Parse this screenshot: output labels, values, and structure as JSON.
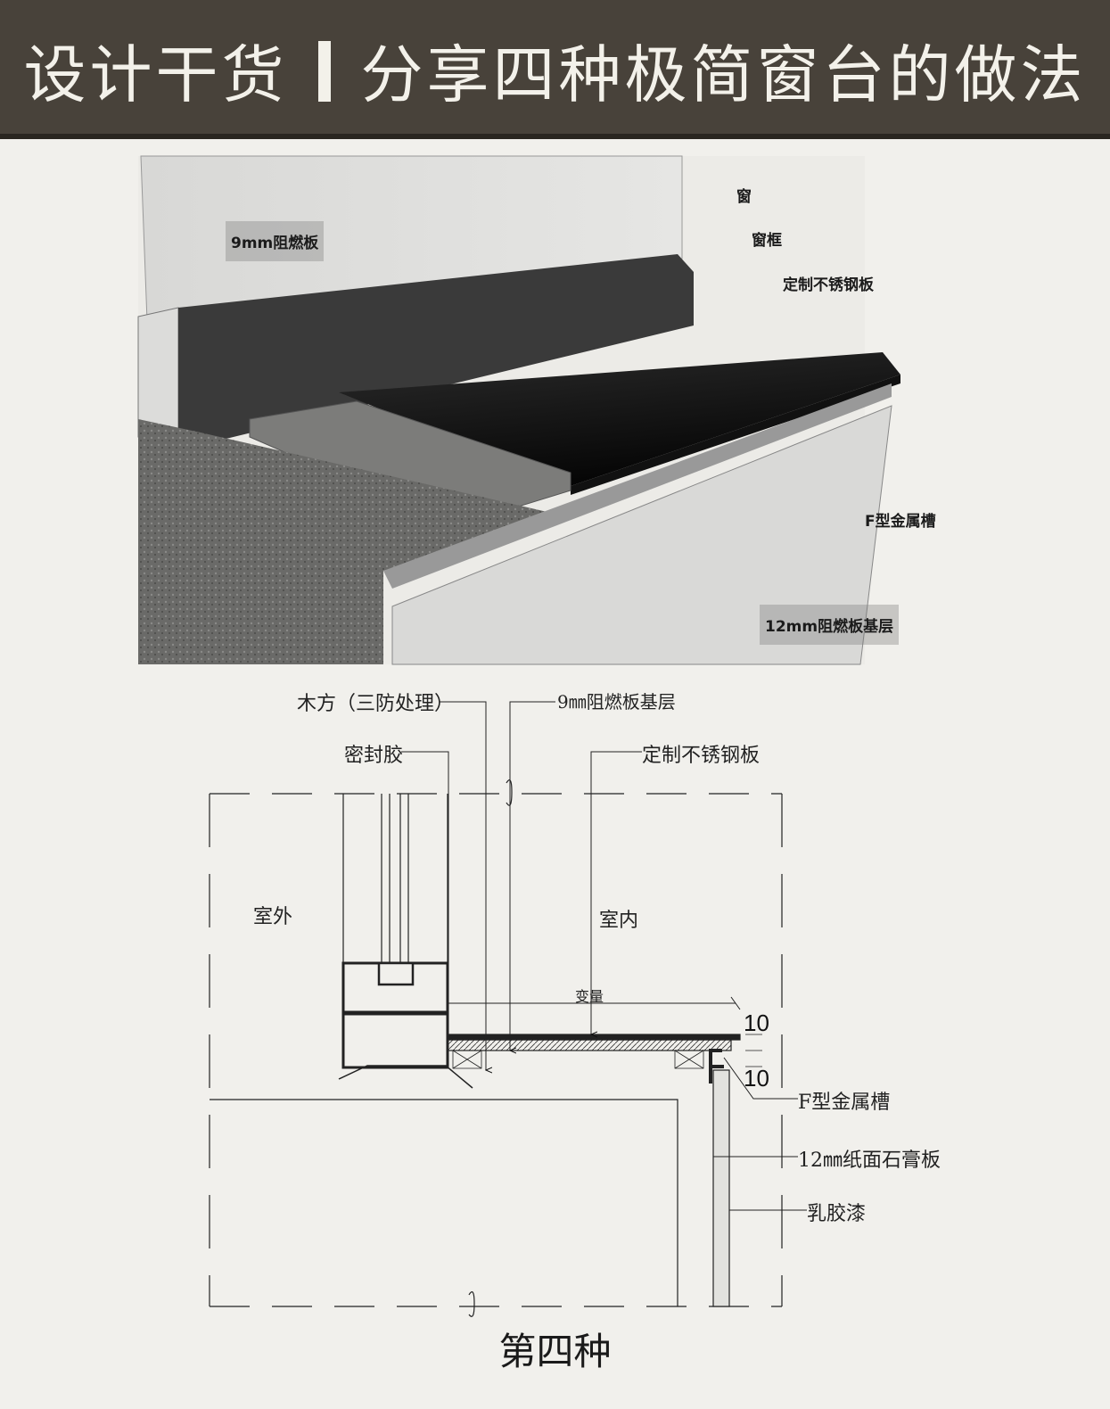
{
  "header": {
    "title_left": "设计干货",
    "title_right": "分享四种极简窗台的做法"
  },
  "render_labels": {
    "window": "窗",
    "window_frame": "窗框",
    "stainless_panel": "定制不锈钢板",
    "board_9mm": "9mm阻燃板",
    "f_channel": "F型金属槽",
    "base_12mm": "12mm阻燃板基层"
  },
  "drawing_labels": {
    "timber": "木方（三防处理）",
    "base_9mm": "9㎜阻燃板基层",
    "sealant": "密封胶",
    "stainless_panel": "定制不锈钢板",
    "outdoor": "室外",
    "indoor": "室内",
    "variable": "变量",
    "dim_top": "10",
    "dim_bottom": "10",
    "f_channel": "F型金属槽",
    "gypsum": "12㎜纸面石膏板",
    "latex_paint": "乳胶漆"
  },
  "caption": "第四种"
}
